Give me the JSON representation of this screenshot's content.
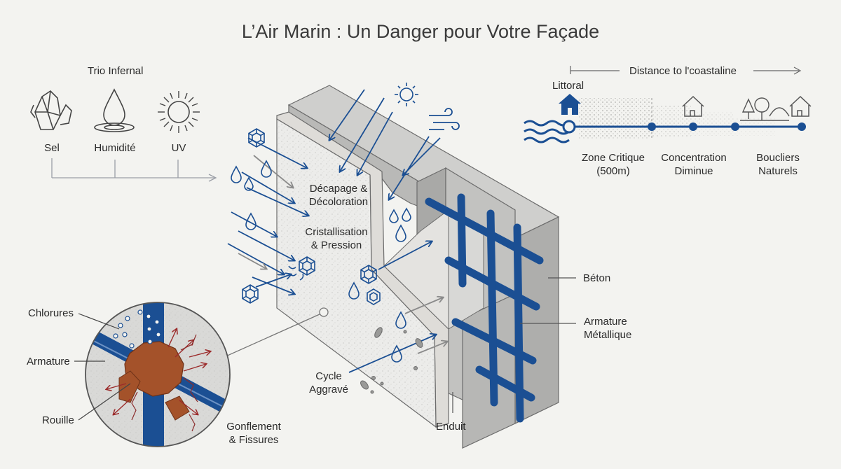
{
  "title": "L’Air Marin : Un Danger pour Votre Façade",
  "trio": {
    "heading": "Trio Infernal",
    "items": [
      {
        "label": "Sel",
        "icon": "crystal-icon"
      },
      {
        "label": "Humidité",
        "icon": "water-drop-icon"
      },
      {
        "label": "UV",
        "icon": "sun-icon"
      }
    ]
  },
  "coast": {
    "axis_label": "Distance to l'coastaline",
    "littoral": "Littoral",
    "zone_critique": "Zone Critique",
    "zone_critique_distance": "(500m)",
    "concentration": "Concentration",
    "concentration_2": "Diminue",
    "boucliers": "Boucliers",
    "boucliers_2": "Naturels"
  },
  "wall": {
    "decapage": "Décapage &",
    "decoloration": "Décoloration",
    "cristallisation": "Cristallisation",
    "pression": "& Pression",
    "cycle": "Cycle",
    "aggrave": "Aggravé",
    "beton": "Béton",
    "armature_1": "Armature",
    "armature_2": "Métallique",
    "enduit": "Enduit"
  },
  "detail": {
    "chlorures": "Chlorures",
    "armature": "Armature",
    "rouille": "Rouille",
    "gonflement": "Gonflement",
    "fissures": "& Fissures"
  },
  "colors": {
    "blue": "#1b4f93",
    "rust": "#a4522a",
    "gray_line": "#8a8a8a",
    "concrete": "#c9c9c9"
  }
}
